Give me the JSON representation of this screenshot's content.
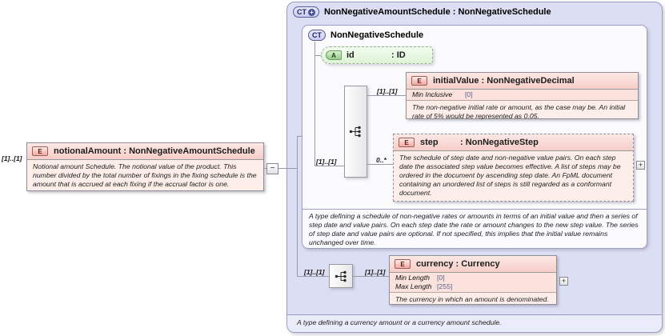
{
  "badges": {
    "element": "E",
    "attribute": "A",
    "complex_type": "CT"
  },
  "symbols": {
    "collapse": "−",
    "expand": "+"
  },
  "colors": {
    "container_bg": "#dcdef4",
    "container_border": "#9aa0c4",
    "element_header_pink": "#f6cdc7",
    "element_desc_pink": "#fdeeea",
    "attribute_green": "#96cc8a",
    "badge_navy": "#4a5296",
    "line": "#9a9aa6"
  },
  "left_element": {
    "cardinality": "[1]..[1]",
    "title": "notionalAmount : NonNegativeAmountSchedule",
    "description": "Notional amount Schedule. The notional value of the product. This number divided by the total number of fixings in the fixing schedule is the amount that is accrued at each fixing if the accrual factor is one."
  },
  "schema": {
    "title": "NonNegativeAmountSchedule : NonNegativeSchedule",
    "footer_description": "A type defining a currency amount or a currency amount schedule.",
    "base_type": {
      "title": "NonNegativeSchedule",
      "description": "A type defining a schedule of non-negative rates or amounts in terms of an initial value and then a series of step date and value pairs. On each step date the rate or amount changes to the new step value. The series of step date and value pairs are optional. If not specified, this implies that the initial value remains unchanged over time.",
      "attribute_id": {
        "name": "id",
        "type": ": ID"
      },
      "sequence_cardinality": "[1]..[1]",
      "initial_value": {
        "name": "initialValue",
        "type": ": NonNegativeDecimal",
        "cardinality": "[1]..[1]",
        "facet_name": "Min Inclusive",
        "facet_value": "[0]",
        "description": "The non-negative initial rate or amount, as the case may be. An initial rate of 5% would be represented as 0.05."
      },
      "step": {
        "name": "step",
        "type": ": NonNegativeStep",
        "cardinality": "0..*",
        "description": "The schedule of step date and non-negative value pairs. On each step date the associated step value becomes effective. A list of steps may be ordered in the document by ascending step date. An FpML document containing an unordered list of steps is still regarded as a conformant document."
      }
    },
    "extension": {
      "sequence_cardinality": "[1]..[1]",
      "currency": {
        "name": "currency",
        "type": ": Currency",
        "cardinality": "[1]..[1]",
        "facets": [
          {
            "name": "Min Length",
            "value": "[0]"
          },
          {
            "name": "Max Length",
            "value": "[255]"
          }
        ],
        "description": "The currency in which an amount is denominated."
      }
    }
  }
}
